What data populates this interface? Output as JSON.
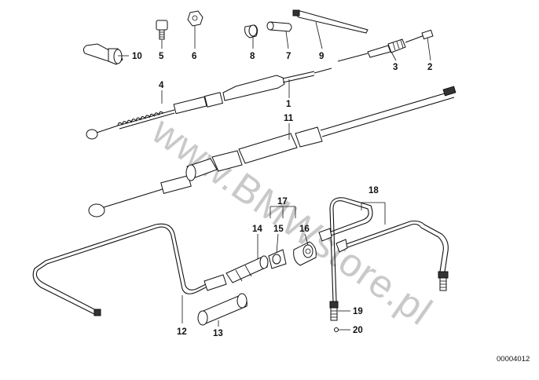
{
  "diagram": {
    "reference_number": "00004012",
    "watermark": "www.BMWstore.pl",
    "callouts": [
      {
        "id": "c1",
        "label": "1"
      },
      {
        "id": "c2",
        "label": "2"
      },
      {
        "id": "c3",
        "label": "3"
      },
      {
        "id": "c4",
        "label": "4"
      },
      {
        "id": "c5",
        "label": "5"
      },
      {
        "id": "c6",
        "label": "6"
      },
      {
        "id": "c7",
        "label": "7"
      },
      {
        "id": "c8",
        "label": "8"
      },
      {
        "id": "c9",
        "label": "9"
      },
      {
        "id": "c10",
        "label": "10"
      },
      {
        "id": "c11",
        "label": "11"
      },
      {
        "id": "c12",
        "label": "12"
      },
      {
        "id": "c13",
        "label": "13"
      },
      {
        "id": "c14",
        "label": "14"
      },
      {
        "id": "c15",
        "label": "15"
      },
      {
        "id": "c16",
        "label": "16"
      },
      {
        "id": "c17",
        "label": "17"
      },
      {
        "id": "c18",
        "label": "18"
      },
      {
        "id": "c19",
        "label": "19"
      },
      {
        "id": "c20",
        "label": "20"
      }
    ]
  }
}
